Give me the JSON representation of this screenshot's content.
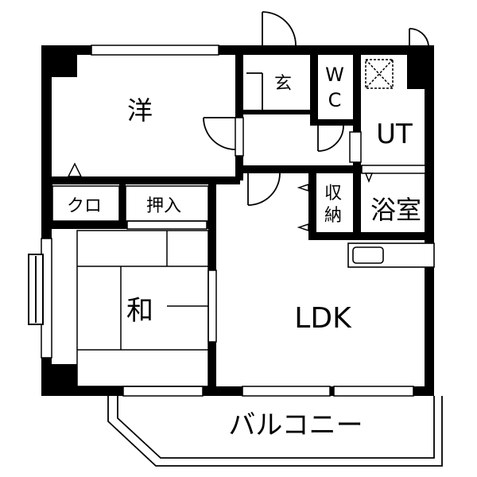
{
  "rooms": {
    "western": "洋",
    "japanese": "和",
    "ldk": "LDK",
    "bath": "浴室",
    "utility": "UT",
    "entrance": "玄",
    "toilet_line1": "W",
    "toilet_line2": "C",
    "storage_line1": "収",
    "storage_line2": "納",
    "closet": "クロ",
    "oshiire": "押入",
    "balcony": "バルコニー"
  },
  "colors": {
    "wall": "#000000",
    "background": "#ffffff"
  }
}
